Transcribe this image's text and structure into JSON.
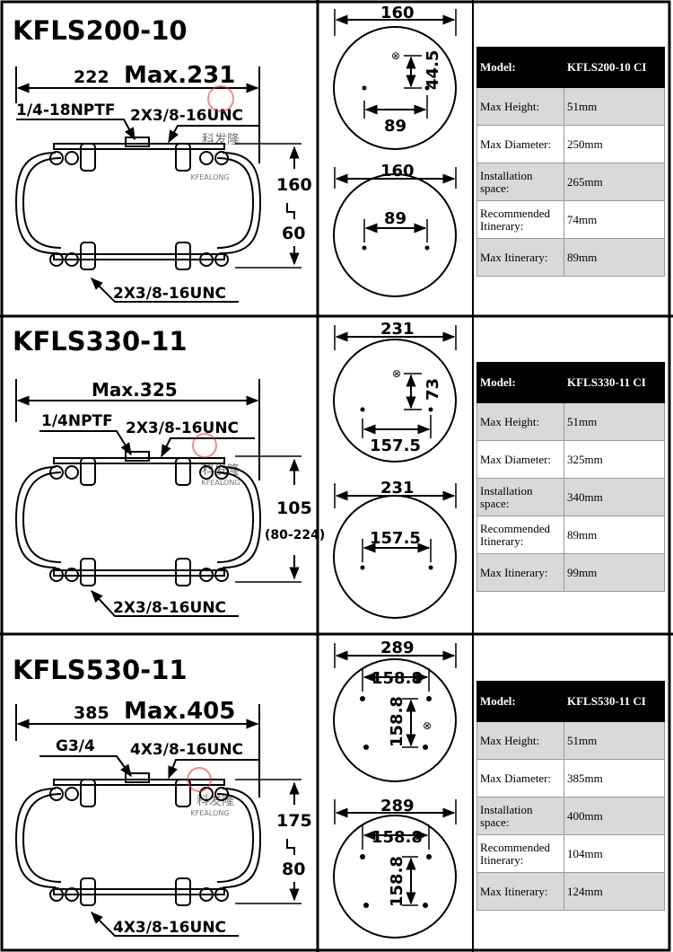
{
  "colors": {
    "line": "#000000",
    "header_bg": "#000000",
    "row_shade": "#d9d9d9",
    "watermark": "#e03030"
  },
  "watermark": {
    "cn": "科发隆",
    "en": "KFEALONG"
  },
  "spec_labels": {
    "model": "Model:",
    "max_height": "Max Height:",
    "max_diameter": "Max Diameter:",
    "installation_space": "Installation space:",
    "recommended_itinerary": "Recommended Itinerary:",
    "max_itinerary": "Max Itinerary:"
  },
  "products": [
    {
      "title": "KFLS200-10",
      "width_dim": "222",
      "max_dim": "Max.231",
      "port_label": "1/4-18NPTF",
      "top_thread": "2X3/8-16UNC",
      "height_upper": "160",
      "height_lower": "60",
      "bottom_thread": "2X3/8-16UNC",
      "top_plate": {
        "diameter": "160",
        "offset": "44.5",
        "spacing": "89"
      },
      "bottom_plate": {
        "diameter": "160",
        "spacing": "89"
      },
      "specs": {
        "model": "KFLS200-10 CI",
        "max_height": "51mm",
        "max_diameter": "250mm",
        "installation_space": "265mm",
        "recommended_itinerary": "74mm",
        "max_itinerary": "89mm"
      }
    },
    {
      "title": "KFLS330-11",
      "width_dim": "",
      "max_dim": "Max.325",
      "port_label": "1/4NPTF",
      "top_thread": "2X3/8-16UNC",
      "height_upper": "105",
      "height_lower": "(80-224)",
      "bottom_thread": "2X3/8-16UNC",
      "top_plate": {
        "diameter": "231",
        "offset": "73",
        "spacing": "157.5"
      },
      "bottom_plate": {
        "diameter": "231",
        "spacing": "157.5"
      },
      "specs": {
        "model": "KFLS330-11 CI",
        "max_height": "51mm",
        "max_diameter": "325mm",
        "installation_space": "340mm",
        "recommended_itinerary": "89mm",
        "max_itinerary": "99mm"
      }
    },
    {
      "title": "KFLS530-11",
      "width_dim": "385",
      "max_dim": "Max.405",
      "port_label": "G3/4",
      "top_thread": "4X3/8-16UNC",
      "height_upper": "175",
      "height_lower": "80",
      "bottom_thread": "4X3/8-16UNC",
      "top_plate": {
        "diameter": "289",
        "spacing_x": "158.8",
        "spacing_y": "158.8"
      },
      "bottom_plate": {
        "diameter": "289",
        "spacing_x": "158.8",
        "spacing_y": "158.8"
      },
      "specs": {
        "model": "KFLS530-11 CI",
        "max_height": "51mm",
        "max_diameter": "385mm",
        "installation_space": "400mm",
        "recommended_itinerary": "104mm",
        "max_itinerary": "124mm"
      }
    }
  ]
}
